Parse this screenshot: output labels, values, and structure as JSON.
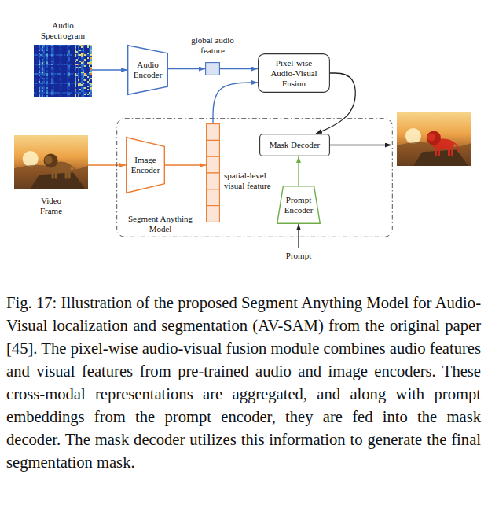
{
  "diagram": {
    "caption": "Fig. 17: Illustration of the proposed Segment Anything Model for Audio-Visual localization and segmentation (AV-SAM) from the original paper [45]. The pixel-wise audio-visual fusion module combines audio features and visual features from pre-trained audio and image encoders. These cross-modal representations are aggregated, and along with prompt embeddings from the prompt encoder, they are fed into the mask decoder. The mask decoder utilizes this information to generate the final segmentation mask.",
    "nodes": [
      {
        "text": [
          "Audio Spectrogram"
        ]
      },
      {
        "text": [
          "Audio Encoder"
        ]
      },
      {
        "text": [
          "global audio feature"
        ]
      },
      {
        "text": [
          "Pixel-wise Audio-Visual Fusion"
        ]
      },
      {
        "text": [
          "Video Frame"
        ]
      },
      {
        "text": [
          "Segment Anything Model"
        ]
      },
      {
        "text": [
          "Image Encoder"
        ],
        "in": 5
      },
      {
        "text": [
          "spatial-level visual feature"
        ],
        "in": 5
      },
      {
        "text": [
          "Mask Decoder"
        ],
        "in": 5
      },
      {
        "text": [
          "Prompt Encoder"
        ],
        "in": 5
      },
      {
        "text": [
          "Prompt"
        ]
      }
    ],
    "edges": [
      {
        "from": 0,
        "to": 1,
        "arrow": "to"
      },
      {
        "from": 1,
        "to": 2,
        "arrow": "to"
      },
      {
        "from": 2,
        "to": 3,
        "arrow": "to"
      },
      {
        "from": 7,
        "to": 3,
        "arrow": "to"
      },
      {
        "from": 3,
        "to": 8,
        "arrow": "to"
      },
      {
        "from": 4,
        "to": 6,
        "arrow": "to"
      },
      {
        "from": 6,
        "to": 7,
        "arrow": "to"
      },
      {
        "from": 9,
        "to": 8,
        "arrow": "to"
      },
      {
        "from": 10,
        "to": 9,
        "arrow": "to"
      }
    ]
  }
}
